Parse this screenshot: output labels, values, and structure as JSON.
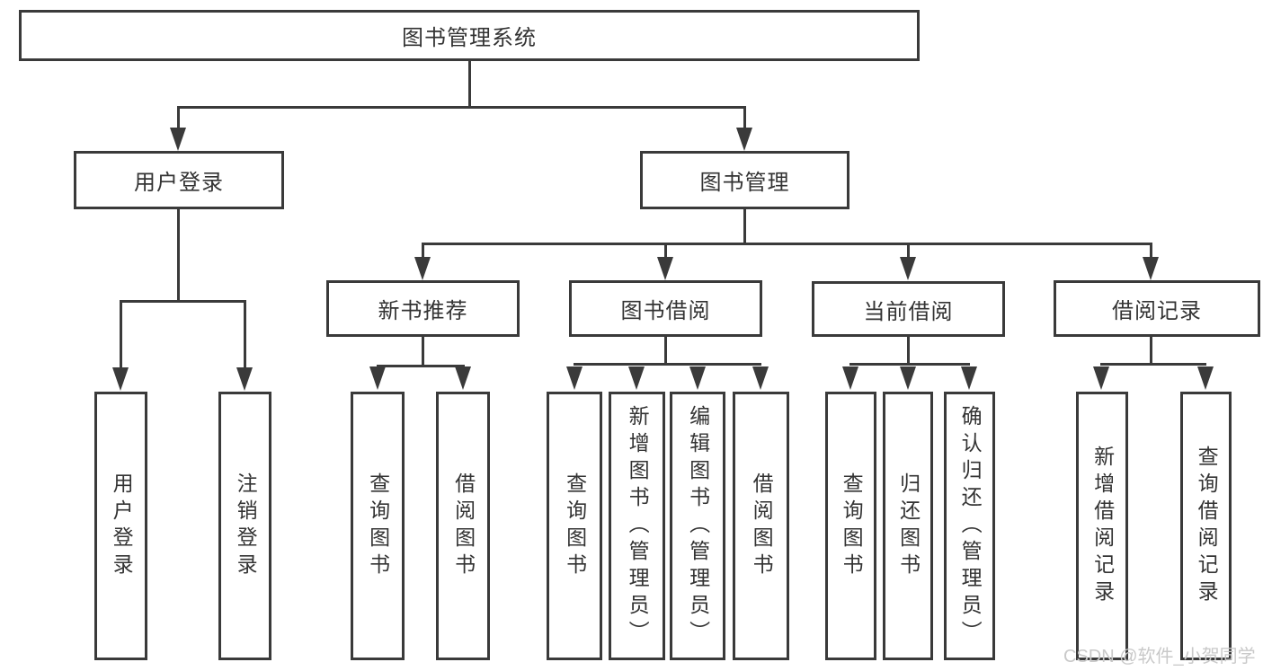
{
  "diagram": {
    "root": "图书管理系统",
    "level1": {
      "user_login": "用户登录",
      "book_management": "图书管理"
    },
    "level2": {
      "new_books": "新书推荐",
      "book_borrowing": "图书借阅",
      "current_borrowing": "当前借阅",
      "borrowing_records": "借阅记录"
    },
    "leaves": {
      "user_login": [
        "用户登录",
        "注销登录"
      ],
      "new_books": [
        "查询图书",
        "借阅图书"
      ],
      "book_borrowing": [
        "查询图书",
        "新增图书（管理员）",
        "编辑图书（管理员）",
        "借阅图书"
      ],
      "current_borrowing": [
        "查询图书",
        "归还图书",
        "确认归还（管理员）"
      ],
      "borrowing_records": [
        "新增借阅记录",
        "查询借阅记录"
      ]
    }
  },
  "watermark": {
    "text": "CSDN @软件_小贺同学",
    "color": "#c9c9c9"
  },
  "colors": {
    "line": "#3a3a3a",
    "box_border": "#3a3a3a",
    "text": "#333333",
    "background": "#ffffff"
  }
}
